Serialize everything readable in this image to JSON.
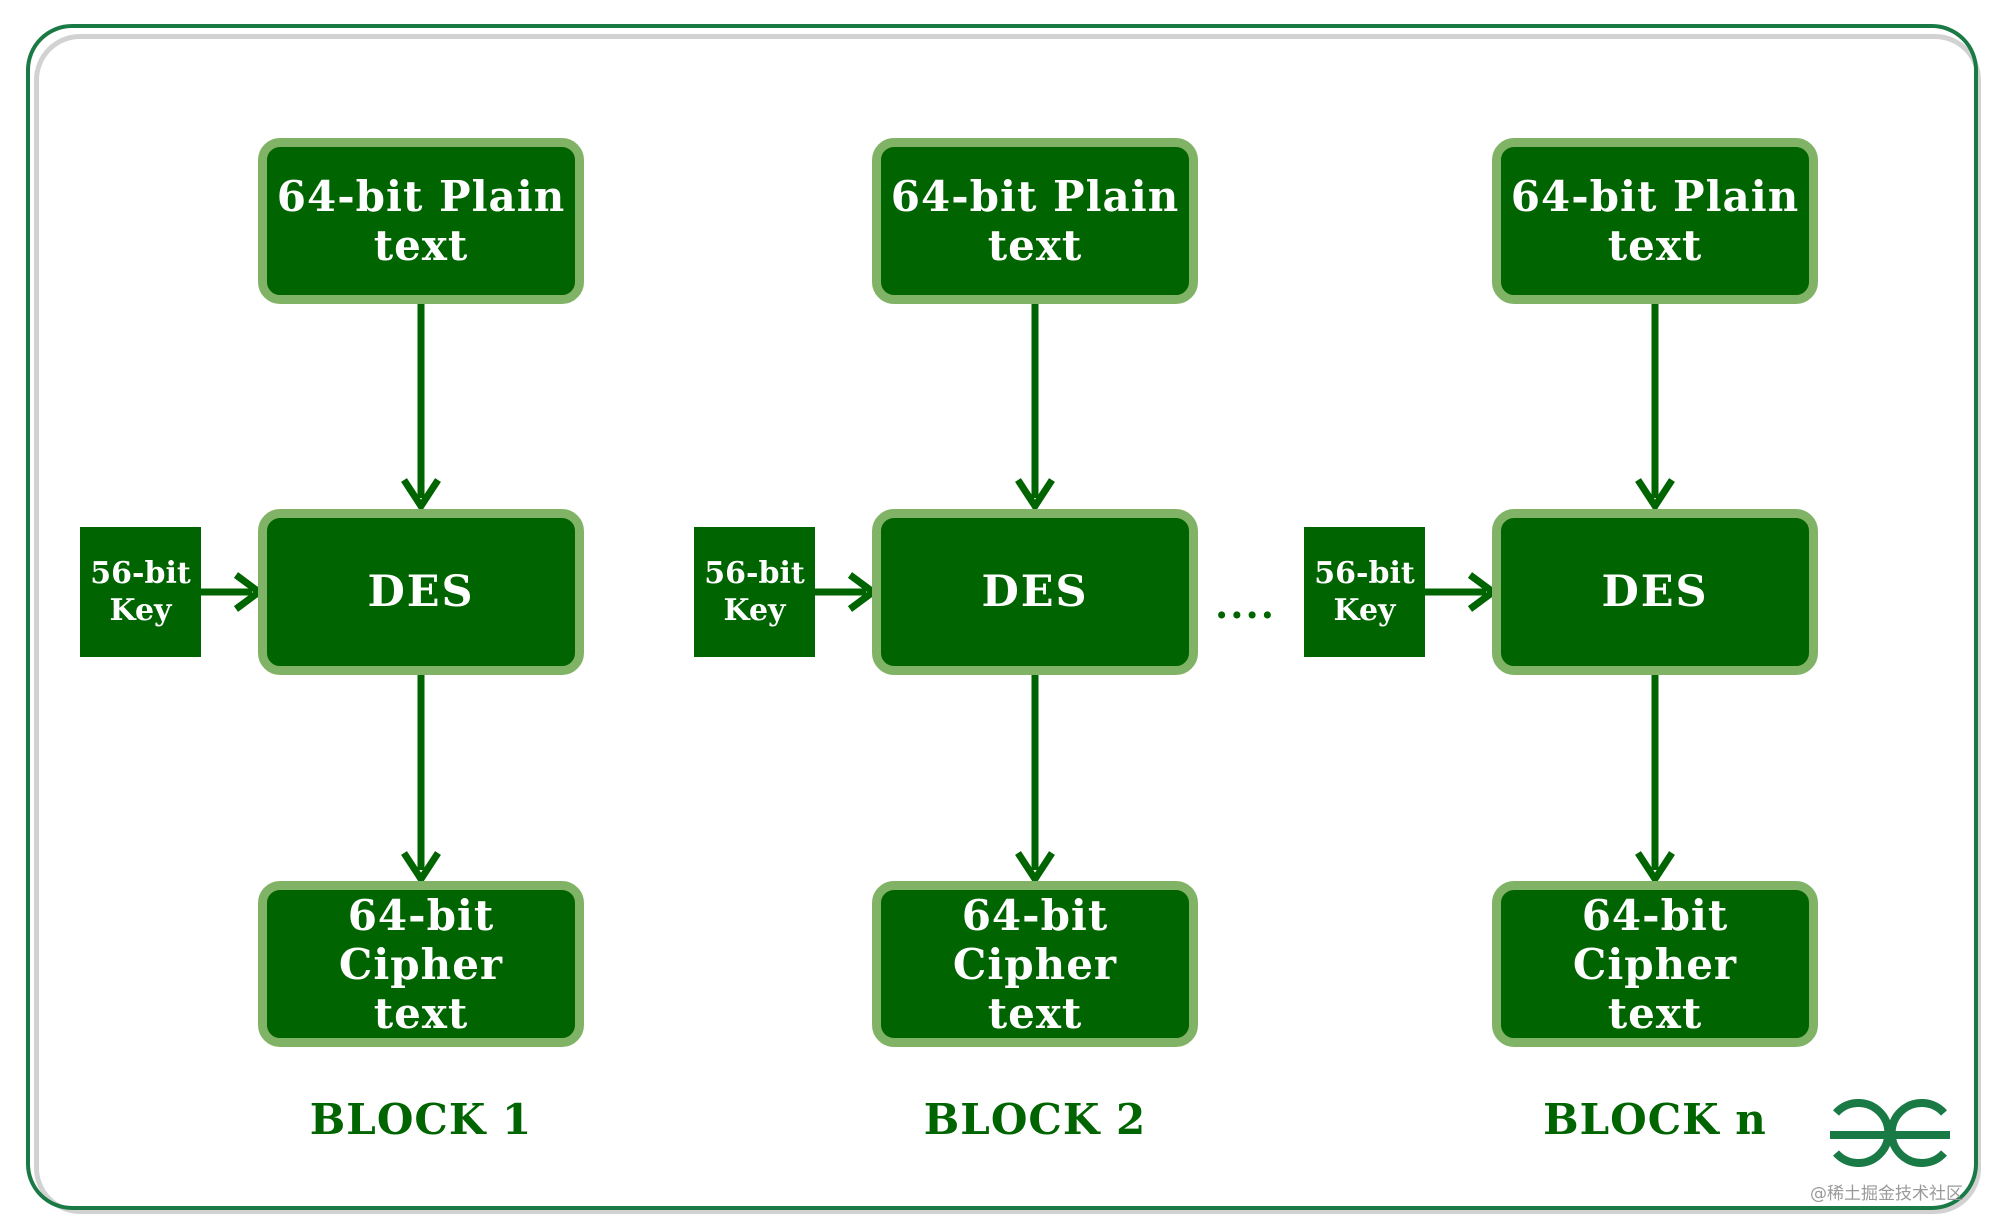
{
  "blocks": [
    {
      "plain_text": "64-bit Plain\ntext",
      "cipher_text": "64-bit Cipher\ntext",
      "des": "DES",
      "key": "56-bit\nKey",
      "label": "BLOCK 1"
    },
    {
      "plain_text": "64-bit Plain\ntext",
      "cipher_text": "64-bit Cipher\ntext",
      "des": "DES",
      "key": "56-bit\nKey",
      "label": "BLOCK 2"
    },
    {
      "plain_text": "64-bit Plain\ntext",
      "cipher_text": "64-bit Cipher\ntext",
      "des": "DES",
      "key": "56-bit\nKey",
      "label": "BLOCK n"
    }
  ],
  "ellipsis": "....",
  "logo_icon": "geeksforgeeks-logo-icon",
  "watermark": "@稀土掘金技术社区",
  "colors": {
    "box_fill": "#006400",
    "box_border": "#80b366",
    "arrow": "#006400",
    "frame": "#1a7a46",
    "text_on_box": "#ffffff",
    "label": "#006400"
  }
}
